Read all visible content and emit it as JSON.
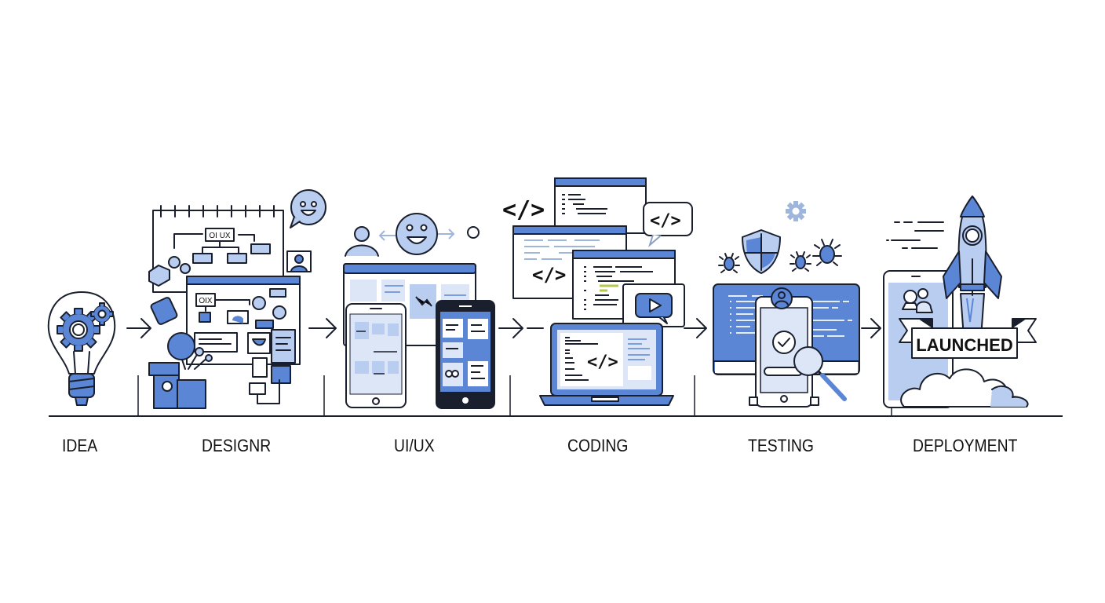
{
  "diagram": {
    "type": "process-flow",
    "colors": {
      "accent": "#5b86d6",
      "accent_light": "#b9cdf0",
      "accent_pale": "#dce6f7",
      "stroke": "#1a1f2e",
      "background": "#ffffff"
    },
    "stages": [
      {
        "id": "idea",
        "label": "IDEA",
        "icon": "lightbulb-gears-icon"
      },
      {
        "id": "design",
        "label": "DESIGNR",
        "icon": "sketchbook-wireframe-icon",
        "diagram_texts": [
          "OI UX",
          "OIX"
        ]
      },
      {
        "id": "uiux",
        "label": "UI/UX",
        "icon": "devices-mockup-icon"
      },
      {
        "id": "coding",
        "label": "CODING",
        "icon": "code-windows-laptop-icon",
        "code_symbol": "</>"
      },
      {
        "id": "testing",
        "label": "TESTING",
        "icon": "monitor-phone-magnifier-icon"
      },
      {
        "id": "deployment",
        "label": "DEPLOYMENT",
        "icon": "rocket-launch-icon",
        "banner_text": "LAUNCHED"
      }
    ],
    "connectors": [
      "arrow-right",
      "arrow-right",
      "arrow-right",
      "arrow-right",
      "arrow-right"
    ]
  }
}
